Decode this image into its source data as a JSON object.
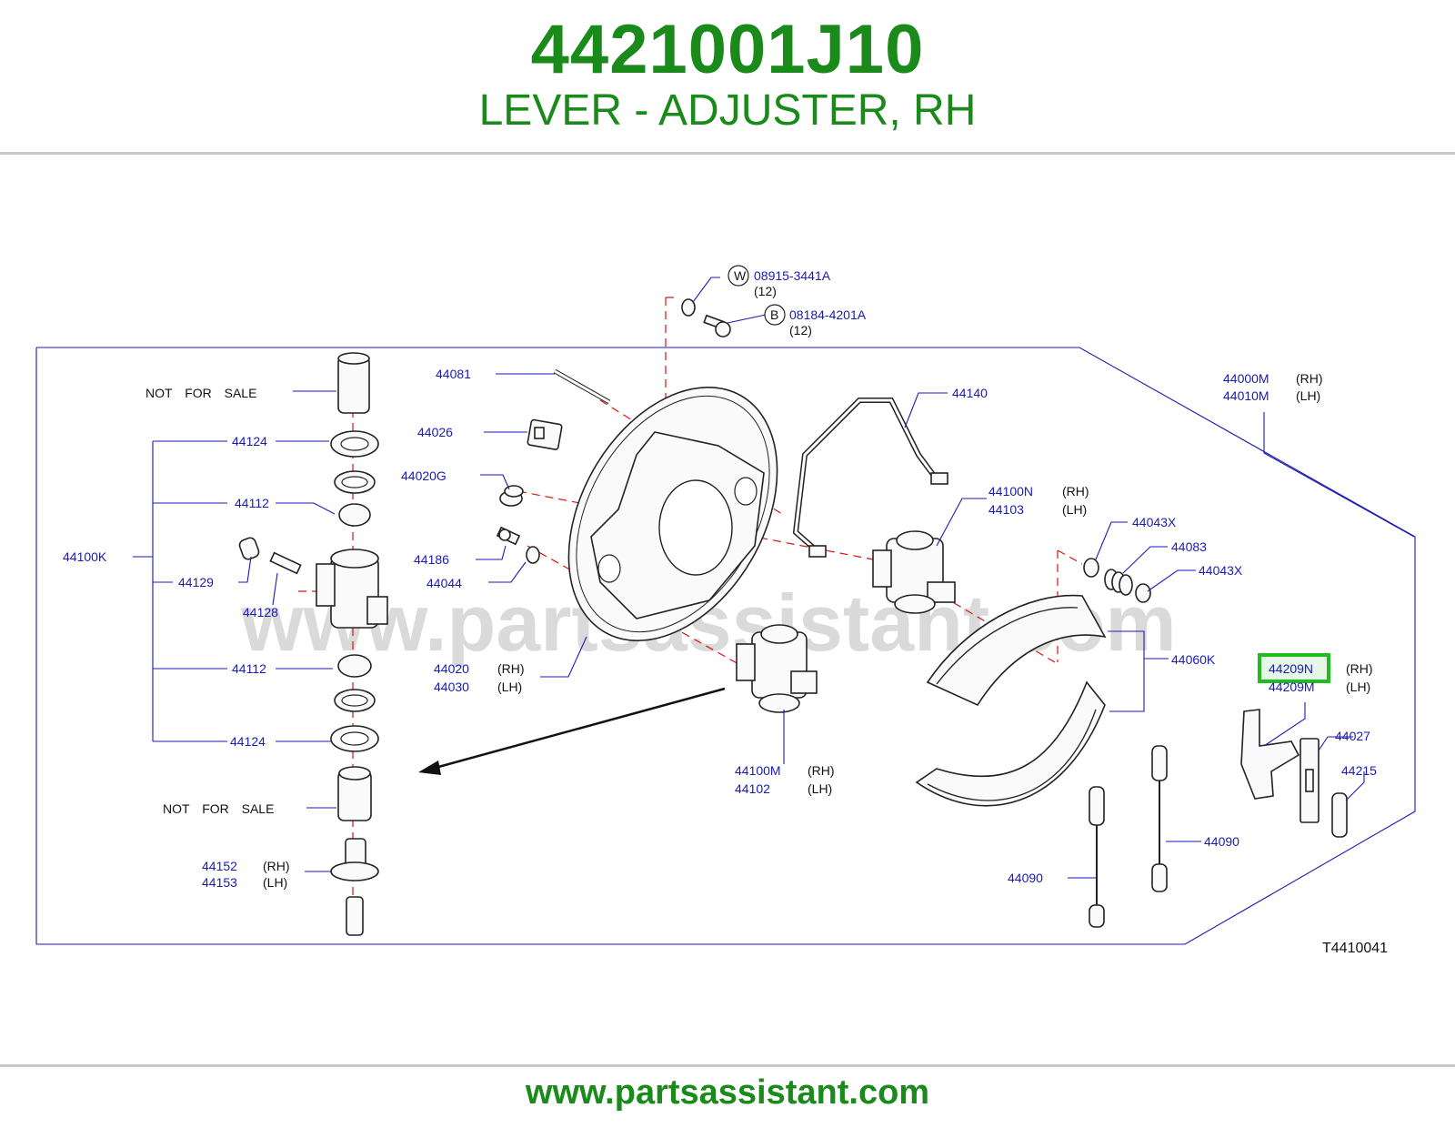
{
  "header": {
    "part_number": "4421001J10",
    "description": "LEVER - ADJUSTER, RH"
  },
  "footer": {
    "url": "www.partsassistant.com"
  },
  "diagram": {
    "watermark": "www.partsassistant.com",
    "figure_code": "T4410041",
    "highlight_color": "#22bb22",
    "label_color": "#1a1ab4",
    "not_for_sale": "NOT FOR SALE",
    "labels": {
      "w_code": "W",
      "w_part": "08915-3441A",
      "w_qty": "(12)",
      "b_code": "B",
      "b_part": "08184-4201A",
      "b_qty": "(12)",
      "p44081": "44081",
      "p44026": "44026",
      "p44020G": "44020G",
      "p44186": "44186",
      "p44044": "44044",
      "p44020": "44020",
      "p44030": "44030",
      "p44140": "44140",
      "p44000M": "44000M",
      "p44010M": "44010M",
      "p44100N": "44100N",
      "p44103": "44103",
      "p44043X_a": "44043X",
      "p44083": "44083",
      "p44043X_b": "44043X",
      "p44060K": "44060K",
      "p44209N": "44209N",
      "p44209M": "44209M",
      "p44027": "44027",
      "p44215": "44215",
      "p44090_a": "44090",
      "p44090_b": "44090",
      "p44100M": "44100M",
      "p44102": "44102",
      "p44124_a": "44124",
      "p44112_a": "44112",
      "p44100K": "44100K",
      "p44129": "44129",
      "p44128": "44128",
      "p44112_b": "44112",
      "p44124_b": "44124",
      "p44152": "44152",
      "p44153": "44153",
      "rh": "(RH)",
      "lh": "(LH)"
    }
  }
}
